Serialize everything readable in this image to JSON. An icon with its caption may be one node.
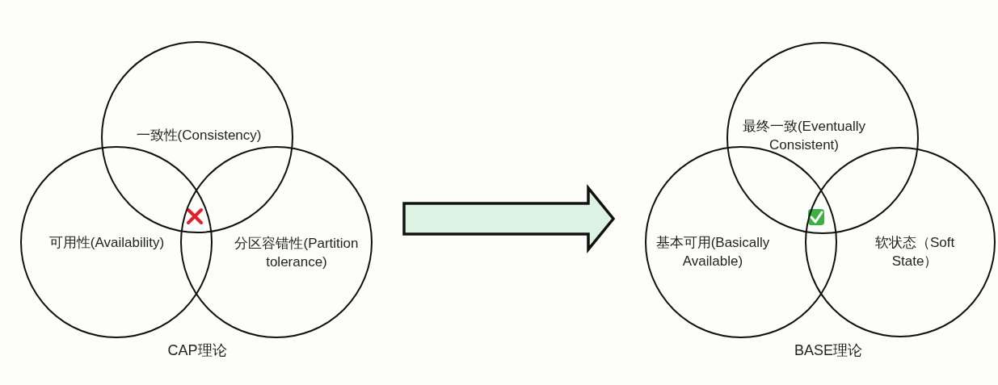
{
  "diagram": {
    "nodes": [
      {
        "text": [
          "一致性(Consistency)"
        ]
      },
      {
        "text": [
          "可用性(Availability)"
        ]
      },
      {
        "text": [
          "分区容错性(Partition tolerance)"
        ]
      },
      {
        "text": [
          "最终一致(Eventually Consistent)"
        ]
      },
      {
        "text": [
          "基本可用(Basically Available)"
        ]
      },
      {
        "text": [
          "软状态（Soft State）"
        ]
      }
    ],
    "edges": [
      {
        "from": 2,
        "to": 4,
        "arrow": "to"
      }
    ],
    "labels": [
      "CAP理论",
      "BASE理论"
    ]
  }
}
